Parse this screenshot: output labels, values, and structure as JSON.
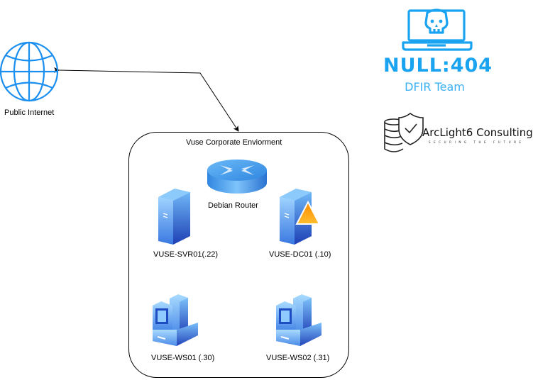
{
  "diagram": {
    "nodes": {
      "internet": {
        "label": "Public Internet",
        "icon": "globe-icon"
      },
      "environment": {
        "label": "Vuse Corporate Enviorment"
      },
      "router": {
        "label": "Debian Router",
        "icon": "router-icon"
      },
      "svr01": {
        "label": "VUSE-SVR01(.22)",
        "icon": "server-icon"
      },
      "dc01": {
        "label": "VUSE-DC01 (.10)",
        "icon": "domain-controller-icon"
      },
      "ws01": {
        "label": "VUSE-WS01 (.30)",
        "icon": "workstation-icon"
      },
      "ws02": {
        "label": "VUSE-WS02 (.31)",
        "icon": "workstation-icon"
      }
    },
    "edges": [
      {
        "from": "environment",
        "to": "internet",
        "bidirectional": true
      }
    ]
  },
  "logos": {
    "null404": {
      "title": "NULL:404",
      "subtitle": "DFIR Team",
      "color": "#1aa3f0"
    },
    "arclight": {
      "title": "ArcLight6 Consulting",
      "tagline": "SECURING THE FUTURE"
    }
  }
}
